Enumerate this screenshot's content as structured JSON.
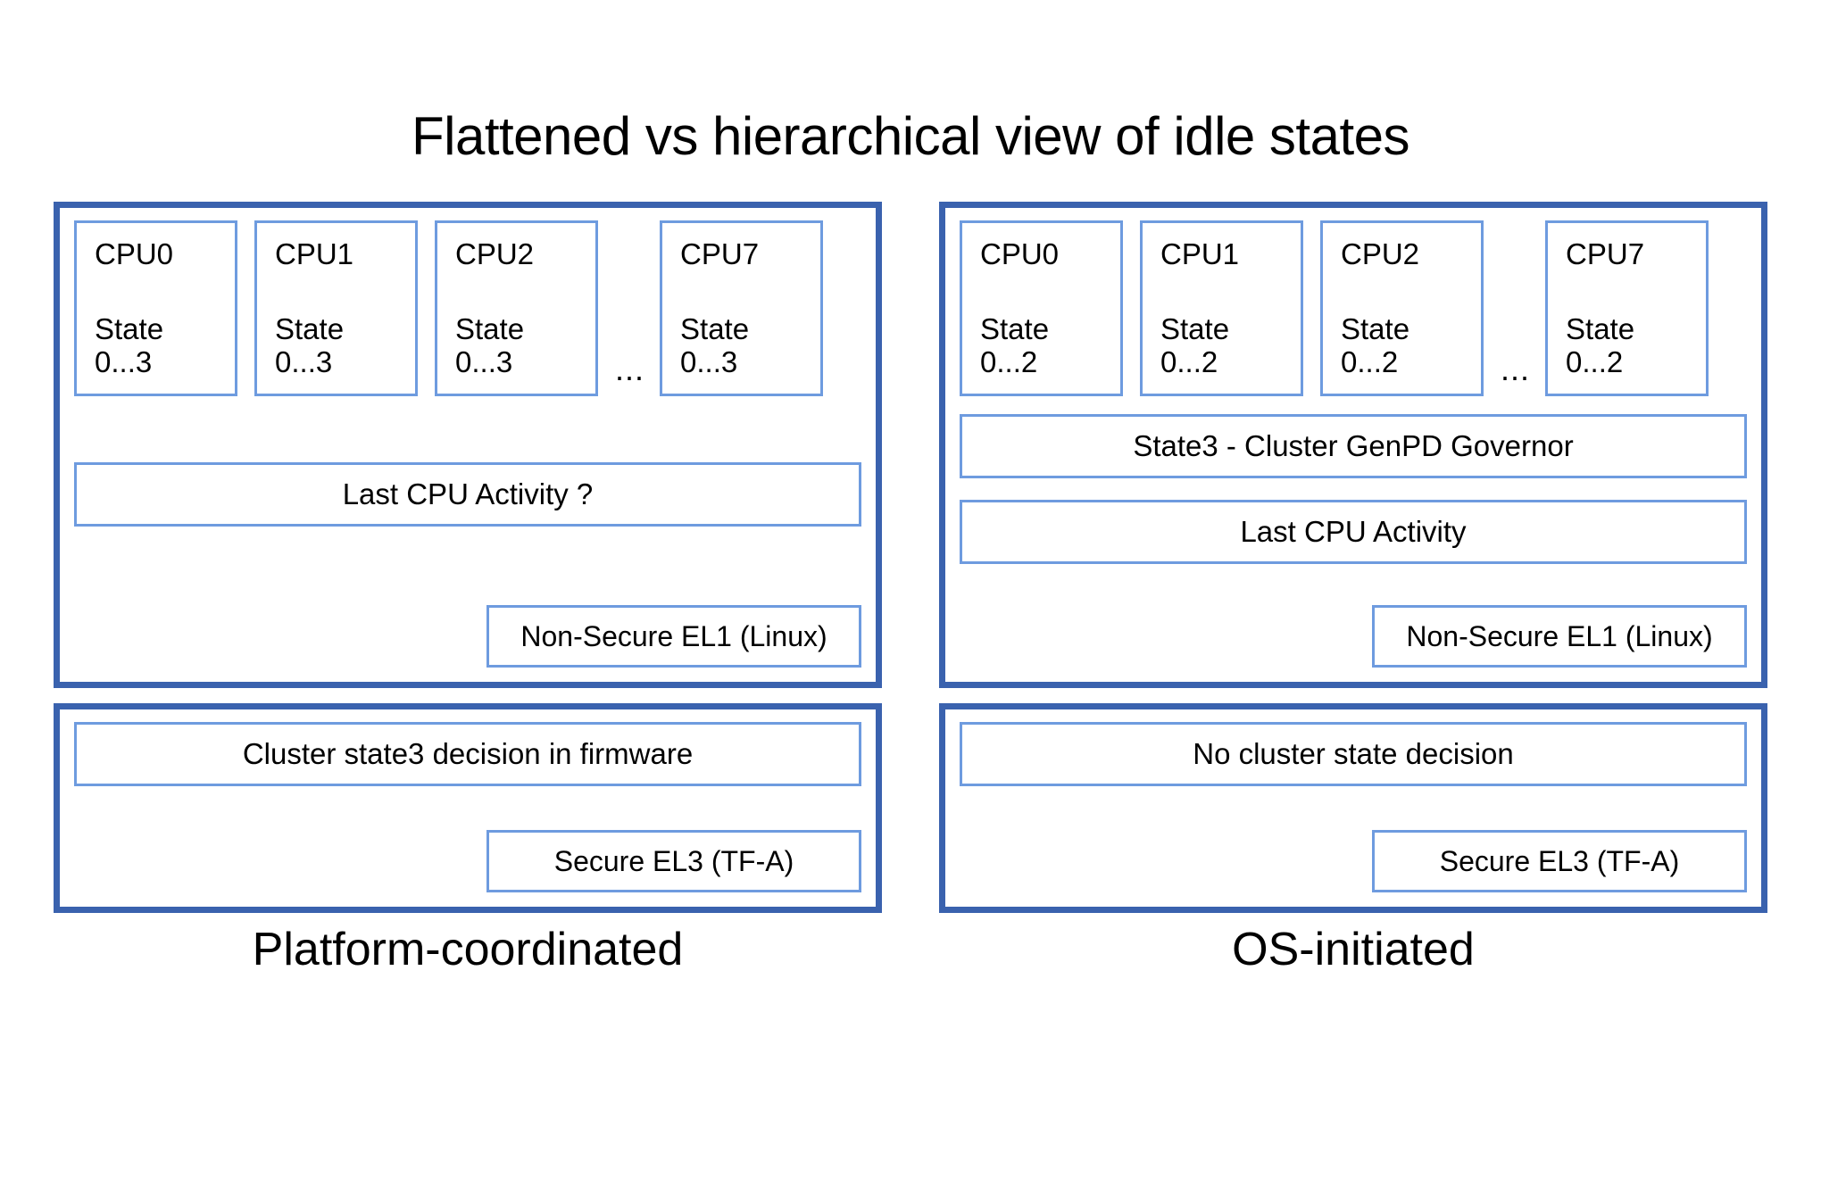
{
  "title": "Flattened vs hierarchical view of idle states",
  "colors": {
    "panel_border": "#3a62ae",
    "inner_border": "#6e9bdf",
    "background": "#ffffff",
    "text": "#000000"
  },
  "left": {
    "caption": "Platform-coordinated",
    "cpus": [
      {
        "name": "CPU0",
        "state_label": "State",
        "state_range": "0...3"
      },
      {
        "name": "CPU1",
        "state_label": "State",
        "state_range": "0...3"
      },
      {
        "name": "CPU2",
        "state_label": "State",
        "state_range": "0...3"
      },
      {
        "name": "CPU7",
        "state_label": "State",
        "state_range": "0...3"
      }
    ],
    "ellipsis": "...",
    "os_bars": [
      "Last CPU Activity ?"
    ],
    "os_level_tag": "Non-Secure EL1 (Linux)",
    "fw_bar": "Cluster state3 decision in firmware",
    "fw_level_tag": "Secure EL3 (TF-A)"
  },
  "right": {
    "caption": "OS-initiated",
    "cpus": [
      {
        "name": "CPU0",
        "state_label": "State",
        "state_range": "0...2"
      },
      {
        "name": "CPU1",
        "state_label": "State",
        "state_range": "0...2"
      },
      {
        "name": "CPU2",
        "state_label": "State",
        "state_range": "0...2"
      },
      {
        "name": "CPU7",
        "state_label": "State",
        "state_range": "0...2"
      }
    ],
    "ellipsis": "...",
    "os_bars": [
      "State3 - Cluster GenPD Governor",
      "Last CPU Activity"
    ],
    "os_level_tag": "Non-Secure EL1 (Linux)",
    "fw_bar": "No cluster state decision",
    "fw_level_tag": "Secure EL3 (TF-A)"
  }
}
